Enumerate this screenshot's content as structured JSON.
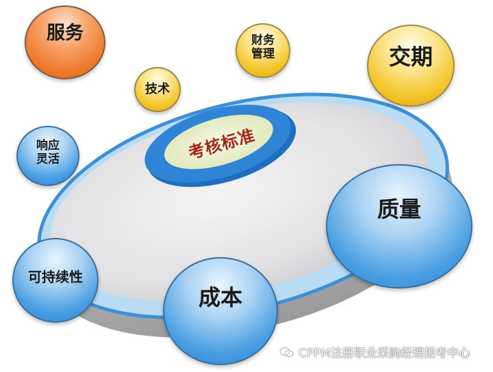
{
  "diagram": {
    "center": {
      "label": "考核标准",
      "color": "#a02a1a"
    },
    "nodes": [
      {
        "id": "service",
        "label": "服务",
        "lines": [
          "服务"
        ],
        "color": "orange"
      },
      {
        "id": "technology",
        "label": "技术",
        "lines": [
          "技术"
        ],
        "color": "gold"
      },
      {
        "id": "finance",
        "label": "财务管理",
        "lines": [
          "财务",
          "管理"
        ],
        "color": "gold"
      },
      {
        "id": "delivery",
        "label": "交期",
        "lines": [
          "交期"
        ],
        "color": "gold"
      },
      {
        "id": "responsiveness",
        "label": "响应灵活",
        "lines": [
          "响应",
          "灵活"
        ],
        "color": "blue"
      },
      {
        "id": "quality",
        "label": "质量",
        "lines": [
          "质量"
        ],
        "color": "blue"
      },
      {
        "id": "sustainability",
        "label": "可持续性",
        "lines": [
          "可持续性"
        ],
        "color": "blue"
      },
      {
        "id": "cost",
        "label": "成本",
        "lines": [
          "成本"
        ],
        "color": "blue"
      }
    ],
    "colors": {
      "disk_top": "#e4e4e6",
      "disk_rim": "#b9dcf5",
      "disk_edge": "#3d8fd8",
      "disk_side": "#a8a8aa",
      "inner_ring": "#2f84d6",
      "inner_core": "#eef2d2"
    }
  },
  "watermark": {
    "text": "CPPM注册职业采购经理报考中心"
  }
}
